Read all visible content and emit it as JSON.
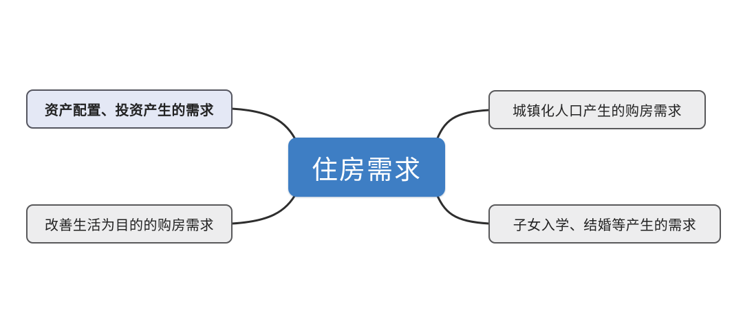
{
  "diagram": {
    "type": "mindmap",
    "central": {
      "label": "住房需求",
      "bg_color": "#3e7ec4",
      "text_color": "#ffffff"
    },
    "branches": [
      {
        "id": "asset-investment",
        "label": "资产配置、投资产生的需求",
        "position": "top-left",
        "emphasis": true,
        "bg_color": "#e4e8f5",
        "border_color": "#54555f"
      },
      {
        "id": "urbanization",
        "label": "城镇化人口产生的购房需求",
        "position": "top-right",
        "emphasis": false,
        "bg_color": "#ededee",
        "border_color": "#58585a"
      },
      {
        "id": "life-improvement",
        "label": "改善生活为目的的购房需求",
        "position": "bottom-left",
        "emphasis": false,
        "bg_color": "#ededee",
        "border_color": "#58585a"
      },
      {
        "id": "family-events",
        "label": "子女入学、结婚等产生的需求",
        "position": "bottom-right",
        "emphasis": false,
        "bg_color": "#ededee",
        "border_color": "#58585a"
      }
    ],
    "connector_color": "#2e2e2e"
  }
}
